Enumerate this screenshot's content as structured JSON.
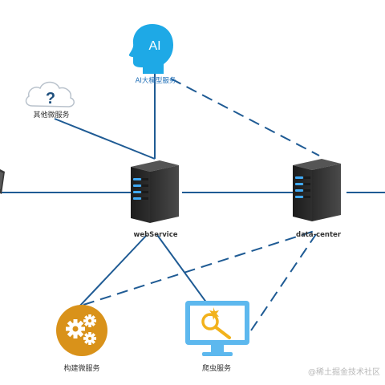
{
  "nodes": {
    "ai_service": {
      "label": "AI大模型服务",
      "icon": "ai-head-icon",
      "icon_text": "AI"
    },
    "other_services": {
      "label": "其他微服务",
      "icon": "question-cloud-icon"
    },
    "web_service": {
      "label": "webService",
      "icon": "server-icon"
    },
    "data_center": {
      "label": "data-center",
      "icon": "server-icon"
    },
    "build_service": {
      "label": "构建微服务",
      "icon": "gears-icon"
    },
    "crawler_service": {
      "label": "爬虫服务",
      "icon": "monitor-magnifier-icon"
    },
    "left_device": {
      "label": "",
      "icon": "device-icon"
    }
  },
  "edges": [
    {
      "from": "ai_service",
      "to": "web_service",
      "style": "solid"
    },
    {
      "from": "ai_service",
      "to": "data_center",
      "style": "dashed"
    },
    {
      "from": "other_services",
      "to": "web_service",
      "style": "solid"
    },
    {
      "from": "left_device",
      "to": "web_service",
      "style": "solid"
    },
    {
      "from": "web_service",
      "to": "data_center",
      "style": "solid"
    },
    {
      "from": "data_center",
      "to": "offscreen_right",
      "style": "solid"
    },
    {
      "from": "web_service",
      "to": "build_service",
      "style": "solid"
    },
    {
      "from": "web_service",
      "to": "crawler_service",
      "style": "solid"
    },
    {
      "from": "build_service",
      "to": "data_center",
      "style": "dashed"
    },
    {
      "from": "crawler_service",
      "to": "data_center",
      "style": "dashed"
    }
  ],
  "colors": {
    "line": "#1f5b94",
    "ai_blue": "#1ea9e6",
    "gear_orange": "#d9921a",
    "monitor_blue": "#5db8ee",
    "server_dark": "#333333",
    "led_blue": "#3fa9f5"
  },
  "watermark": "@稀土掘金技术社区"
}
